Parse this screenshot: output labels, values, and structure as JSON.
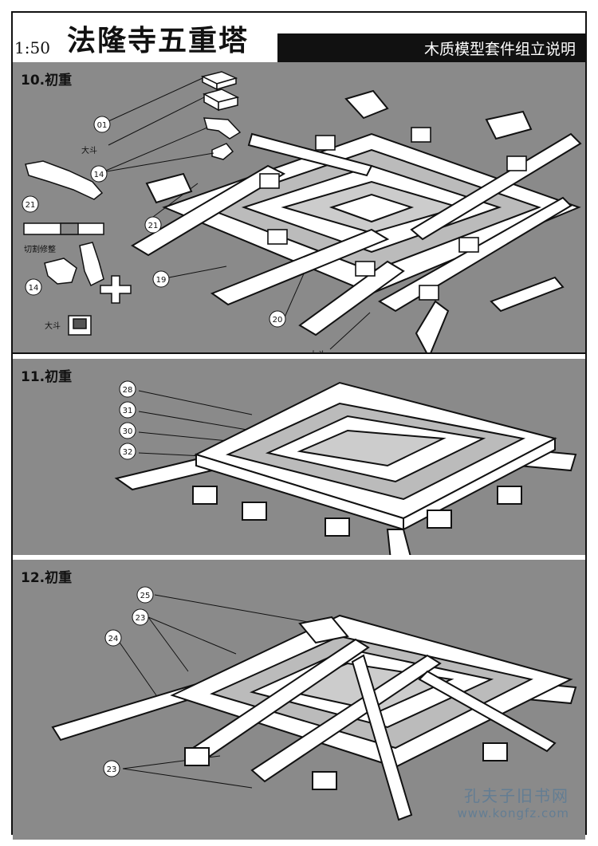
{
  "header": {
    "scale": "1:50",
    "title": "法隆寺五重塔",
    "subtitle": "木质模型套件组立说明"
  },
  "steps": [
    {
      "label": "10.初重",
      "callouts": [
        "01",
        "14",
        "21",
        "21",
        "14",
        "19",
        "20"
      ],
      "notes": [
        "大斗",
        "切割修整",
        "大斗",
        "大斗"
      ]
    },
    {
      "label": "11.初重",
      "callouts": [
        "28",
        "31",
        "30",
        "32"
      ]
    },
    {
      "label": "12.初重",
      "callouts": [
        "25",
        "23",
        "24",
        "23"
      ]
    }
  ],
  "watermark": {
    "name": "孔夫子旧书网",
    "url": "www.kongfz.com"
  }
}
